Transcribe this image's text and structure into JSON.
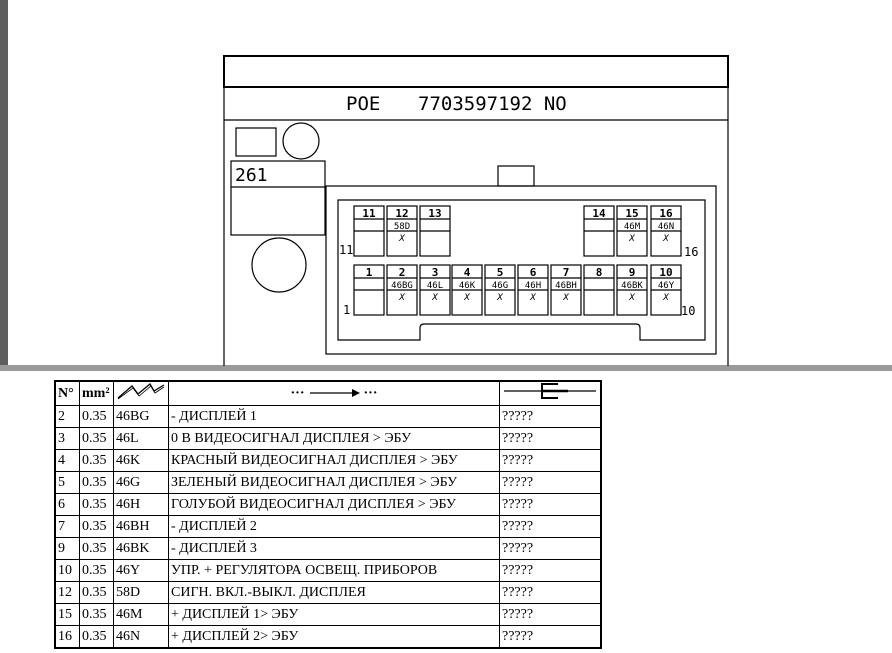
{
  "connector": {
    "title": "POE",
    "part_number": "7703597192 NO",
    "box_number": "261",
    "edge_labels": {
      "top_left": "11",
      "top_right": "16",
      "bottom_left": "1",
      "bottom_right": "10"
    },
    "top_row": [
      {
        "num": "11",
        "wire": "",
        "mark": ""
      },
      {
        "num": "12",
        "wire": "58D",
        "mark": "X"
      },
      {
        "num": "13",
        "wire": "",
        "mark": ""
      },
      {
        "num": "14",
        "wire": "",
        "mark": ""
      },
      {
        "num": "15",
        "wire": "46M",
        "mark": "X"
      },
      {
        "num": "16",
        "wire": "46N",
        "mark": "X"
      }
    ],
    "bottom_row": [
      {
        "num": "1",
        "wire": "",
        "mark": ""
      },
      {
        "num": "2",
        "wire": "46BG",
        "mark": "X"
      },
      {
        "num": "3",
        "wire": "46L",
        "mark": "X"
      },
      {
        "num": "4",
        "wire": "46K",
        "mark": "X"
      },
      {
        "num": "5",
        "wire": "46G",
        "mark": "X"
      },
      {
        "num": "6",
        "wire": "46H",
        "mark": "X"
      },
      {
        "num": "7",
        "wire": "46BH",
        "mark": "X"
      },
      {
        "num": "8",
        "wire": "",
        "mark": ""
      },
      {
        "num": "9",
        "wire": "46BK",
        "mark": "X"
      },
      {
        "num": "10",
        "wire": "46Y",
        "mark": "X"
      }
    ]
  },
  "table": {
    "headers": {
      "num": "N°",
      "section": "mm²",
      "wire_icon": "wire-zigzag-icon",
      "function_left": "···",
      "function_right": "···",
      "function_icon": "arrow-right-icon",
      "destination_icon": "connector-plug-icon"
    },
    "rows": [
      {
        "num": "2",
        "mm": "0.35",
        "wire": "46BG",
        "func": "- ДИСПЛЕЙ 1",
        "dest": "?????"
      },
      {
        "num": "3",
        "mm": "0.35",
        "wire": "46L",
        "func": "0 В ВИДЕОСИГНАЛ ДИСПЛЕЯ > ЭБУ",
        "dest": "?????"
      },
      {
        "num": "4",
        "mm": "0.35",
        "wire": "46K",
        "func": "КРАСНЫЙ ВИДЕОСИГНАЛ ДИСПЛЕЯ > ЭБУ",
        "dest": "?????"
      },
      {
        "num": "5",
        "mm": "0.35",
        "wire": "46G",
        "func": "ЗЕЛЕНЫЙ ВИДЕОСИГНАЛ ДИСПЛЕЯ > ЭБУ",
        "dest": "?????"
      },
      {
        "num": "6",
        "mm": "0.35",
        "wire": "46H",
        "func": "ГОЛУБОЙ ВИДЕОСИГНАЛ ДИСПЛЕЯ > ЭБУ",
        "dest": "?????"
      },
      {
        "num": "7",
        "mm": "0.35",
        "wire": "46BH",
        "func": "- ДИСПЛЕЙ 2",
        "dest": "?????"
      },
      {
        "num": "9",
        "mm": "0.35",
        "wire": "46BK",
        "func": "- ДИСПЛЕЙ 3",
        "dest": "?????"
      },
      {
        "num": "10",
        "mm": "0.35",
        "wire": "46Y",
        "func": "УПР. + РЕГУЛЯТОРА ОСВЕЩ. ПРИБОРОВ",
        "dest": "?????"
      },
      {
        "num": "12",
        "mm": "0.35",
        "wire": "58D",
        "func": "СИГН. ВКЛ.-ВЫКЛ. ДИСПЛЕЯ",
        "dest": "?????"
      },
      {
        "num": "15",
        "mm": "0.35",
        "wire": "46M",
        "func": "+ ДИСПЛЕЙ 1> ЭБУ",
        "dest": "?????"
      },
      {
        "num": "16",
        "mm": "0.35",
        "wire": "46N",
        "func": "+ ДИСПЛЕЙ 2> ЭБУ",
        "dest": "?????"
      }
    ]
  }
}
